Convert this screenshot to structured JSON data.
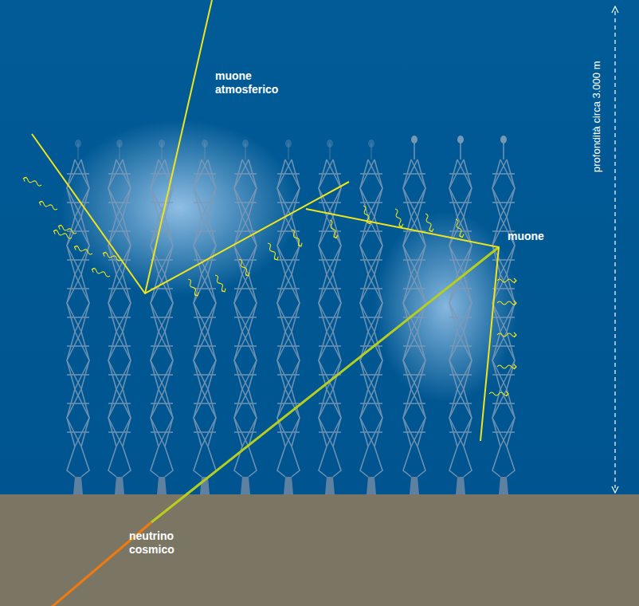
{
  "diagram": {
    "labels": [
      "muone atmosferico",
      "muone",
      "neutrino cosmico",
      "profondità circa 3.000 m"
    ]
  }
}
